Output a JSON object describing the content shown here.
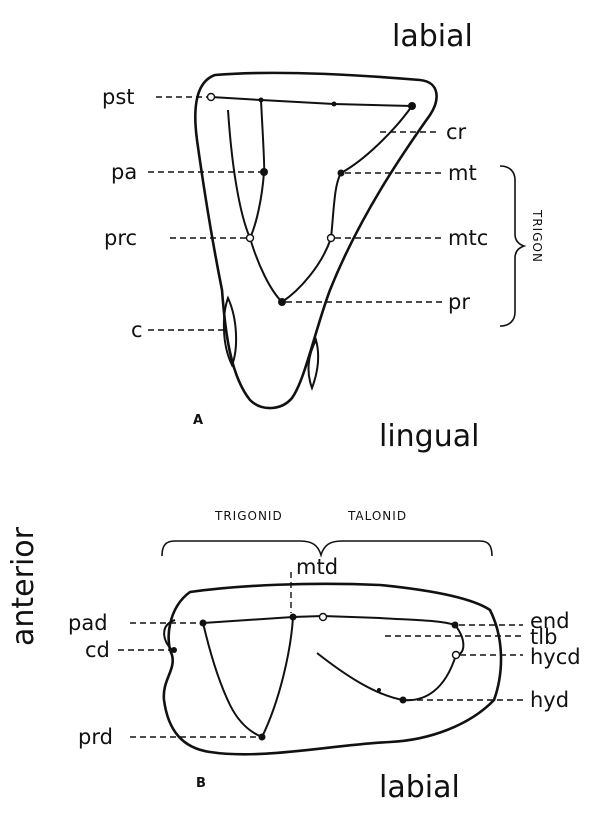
{
  "panel_a": {
    "top_label": "labial",
    "bottom_label": "lingual",
    "panel_letter": "A",
    "structures": {
      "pst": "pst",
      "pa": "pa",
      "prc": "prc",
      "c": "c",
      "cr": "cr",
      "mt": "mt",
      "mtc": "mtc",
      "pr": "pr"
    },
    "group_label": "TRIGON"
  },
  "panel_b": {
    "side_label": "anterior",
    "bottom_label": "labial",
    "panel_letter": "B",
    "groups": {
      "trigonid": "TRIGONID",
      "talonid": "TALONID"
    },
    "structures": {
      "mtd": "mtd",
      "pad": "pad",
      "cd": "cd",
      "prd": "prd",
      "end": "end",
      "tlb": "tlb",
      "hycd": "hycd",
      "hyd": "hyd"
    }
  }
}
